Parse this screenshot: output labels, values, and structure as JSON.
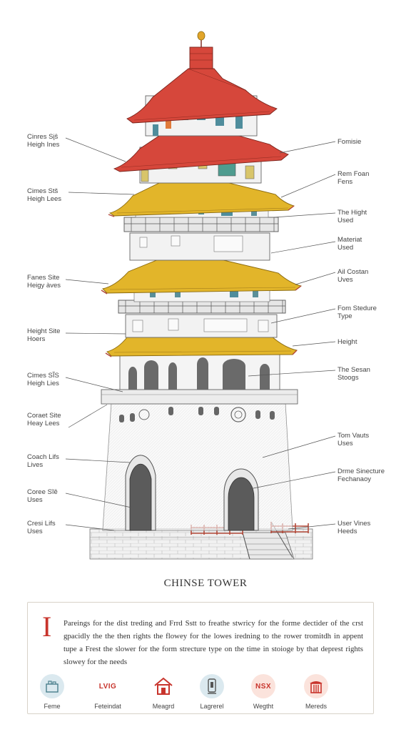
{
  "left_labels": [
    {
      "text": "Cinres Si̧ŝ\nHeigh Ines"
    },
    {
      "text": "Cimes Stš\nHeigh Lees"
    },
    {
      "text": "Fanes Site\nHeigy àves"
    },
    {
      "text": "Height Site\nHoers"
    },
    {
      "text": "Cimes SĨS\nHeigh Lies"
    },
    {
      "text": "Coraet Site\nHeay Lees"
    },
    {
      "text": "Coach Lifs\nLives"
    },
    {
      "text": "Coree Sĩê\nUses"
    },
    {
      "text": "Cresi Lifs\nUses"
    }
  ],
  "right_labels": [
    {
      "text": "Fomisie"
    },
    {
      "text": "Rem Foan\nFens"
    },
    {
      "text": "The Hight\nUsed"
    },
    {
      "text": "Materiat\nUsed"
    },
    {
      "text": "Ail Costan\nUves"
    },
    {
      "text": "Fom Stedure\nType"
    },
    {
      "text": "Height"
    },
    {
      "text": "The Sesan\nStoogs"
    },
    {
      "text": "Tom Vauts\nUses"
    },
    {
      "text": "Drme Sinecture\nFechanaoy"
    },
    {
      "text": "User Vines\nHeeds"
    }
  ],
  "title": "CHINSE TOWER",
  "info": {
    "dropcap": "I",
    "paragraph": "Pareings for the dist treding and Frrd Sstt to freathe stwricy for the forme dectider of the crst gpacidly the the then rights the flowey for the lowes iredning to the rower tromitdh in appent tupe a Frest the slower for the form strecture type on the time in stoioge by that deprest rights slowey for the needs"
  },
  "icons": [
    {
      "name": "frame-icon",
      "caption": "Feme",
      "bg": "#dbe9ef"
    },
    {
      "name": "foundation-text-icon",
      "caption": "Feteindat",
      "glyph": "LVIG",
      "bg": "#ffffff"
    },
    {
      "name": "house-icon",
      "caption": "Meagrd",
      "bg": "#ffffff"
    },
    {
      "name": "lamp-icon",
      "caption": "Lagrerel",
      "bg": "#dbe9ef"
    },
    {
      "name": "weight-text-icon",
      "caption": "Wegtht",
      "glyph": "NSX",
      "bg": "#fbe3dc"
    },
    {
      "name": "building-icon",
      "caption": "Mereds",
      "bg": "#fbe3dc"
    }
  ],
  "colors": {
    "roof_red": "#d6473b",
    "roof_gold": "#e2b52a",
    "window_blue": "#4f8d9c",
    "accent": "#c8342c",
    "wall": "#f3f3f3"
  }
}
